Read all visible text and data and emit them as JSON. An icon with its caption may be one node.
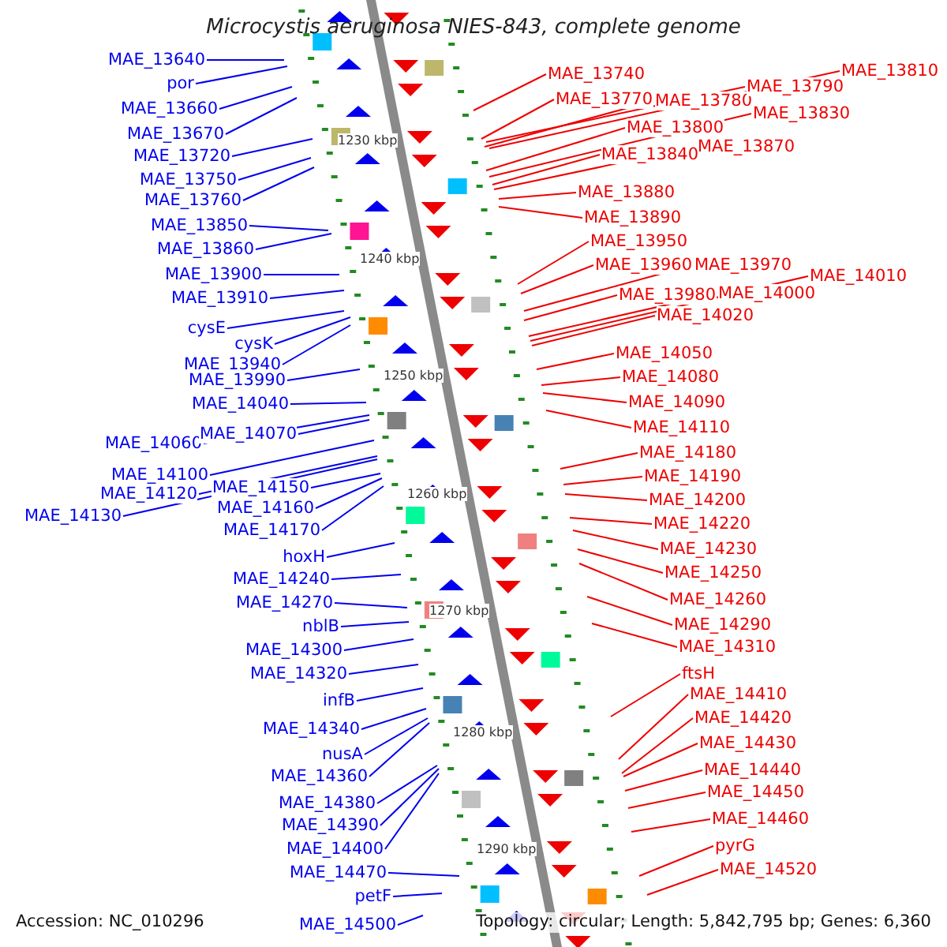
{
  "diagram": {
    "title": "Microcystis aeruginosa NIES-843, complete genome",
    "nodes": [
      {
        "text": [
          "MAE_13640"
        ]
      },
      {
        "text": [
          "por"
        ]
      },
      {
        "text": [
          "MAE_13660"
        ]
      },
      {
        "text": [
          "MAE_13670"
        ]
      },
      {
        "text": [
          "MAE_13720"
        ]
      },
      {
        "text": [
          "MAE_13750"
        ]
      },
      {
        "text": [
          "MAE_13760"
        ]
      },
      {
        "text": [
          "MAE_13850"
        ]
      },
      {
        "text": [
          "MAE_13860"
        ]
      },
      {
        "text": [
          "MAE_13900"
        ]
      },
      {
        "text": [
          "MAE_13910"
        ]
      },
      {
        "text": [
          "cysE"
        ]
      },
      {
        "text": [
          "cysK"
        ]
      },
      {
        "text": [
          "MAE_13940"
        ]
      },
      {
        "text": [
          "MAE_13990"
        ]
      },
      {
        "text": [
          "MAE_14040"
        ]
      },
      {
        "text": [
          "MAE_14060"
        ]
      },
      {
        "text": [
          "MAE_14070"
        ]
      },
      {
        "text": [
          "MAE_14100"
        ]
      },
      {
        "text": [
          "MAE_14120"
        ]
      },
      {
        "text": [
          "MAE_14150"
        ]
      },
      {
        "text": [
          "MAE_14130"
        ]
      },
      {
        "text": [
          "MAE_14160"
        ]
      },
      {
        "text": [
          "MAE_14170"
        ]
      },
      {
        "text": [
          "hoxH"
        ]
      },
      {
        "text": [
          "MAE_14240"
        ]
      },
      {
        "text": [
          "MAE_14270"
        ]
      },
      {
        "text": [
          "nblB"
        ]
      },
      {
        "text": [
          "MAE_14300"
        ]
      },
      {
        "text": [
          "MAE_14320"
        ]
      },
      {
        "text": [
          "infB"
        ]
      },
      {
        "text": [
          "MAE_14340"
        ]
      },
      {
        "text": [
          "nusA"
        ]
      },
      {
        "text": [
          "MAE_14360"
        ]
      },
      {
        "text": [
          "MAE_14380"
        ]
      },
      {
        "text": [
          "MAE_14390"
        ]
      },
      {
        "text": [
          "MAE_14400"
        ]
      },
      {
        "text": [
          "MAE_14470"
        ]
      },
      {
        "text": [
          "petF"
        ]
      },
      {
        "text": [
          "MAE_14500"
        ]
      },
      {
        "text": [
          "MAE_13740"
        ]
      },
      {
        "text": [
          "MAE_13770"
        ]
      },
      {
        "text": [
          "MAE_13780"
        ]
      },
      {
        "text": [
          "MAE_13790"
        ]
      },
      {
        "text": [
          "MAE_13810"
        ]
      },
      {
        "text": [
          "MAE_13800"
        ]
      },
      {
        "text": [
          "MAE_13830"
        ]
      },
      {
        "text": [
          "MAE_13840"
        ]
      },
      {
        "text": [
          "MAE_13870"
        ]
      },
      {
        "text": [
          "MAE_13880"
        ]
      },
      {
        "text": [
          "MAE_13890"
        ]
      },
      {
        "text": [
          "MAE_13950"
        ]
      },
      {
        "text": [
          "MAE_13960"
        ]
      },
      {
        "text": [
          "MAE_13970"
        ]
      },
      {
        "text": [
          "MAE_13980"
        ]
      },
      {
        "text": [
          "MAE_14000"
        ]
      },
      {
        "text": [
          "MAE_14010"
        ]
      },
      {
        "text": [
          "MAE_14020"
        ]
      },
      {
        "text": [
          "MAE_14050"
        ]
      },
      {
        "text": [
          "MAE_14080"
        ]
      },
      {
        "text": [
          "MAE_14090"
        ]
      },
      {
        "text": [
          "MAE_14110"
        ]
      },
      {
        "text": [
          "MAE_14180"
        ]
      },
      {
        "text": [
          "MAE_14190"
        ]
      },
      {
        "text": [
          "MAE_14200"
        ]
      },
      {
        "text": [
          "MAE_14220"
        ]
      },
      {
        "text": [
          "MAE_14230"
        ]
      },
      {
        "text": [
          "MAE_14250"
        ]
      },
      {
        "text": [
          "MAE_14260"
        ]
      },
      {
        "text": [
          "MAE_14290"
        ]
      },
      {
        "text": [
          "MAE_14310"
        ]
      },
      {
        "text": [
          "ftsH"
        ]
      },
      {
        "text": [
          "MAE_14410"
        ]
      },
      {
        "text": [
          "MAE_14420"
        ]
      },
      {
        "text": [
          "MAE_14430"
        ]
      },
      {
        "text": [
          "MAE_14440"
        ]
      },
      {
        "text": [
          "MAE_14450"
        ]
      },
      {
        "text": [
          "MAE_14460"
        ]
      },
      {
        "text": [
          "pyrG"
        ]
      },
      {
        "text": [
          "MAE_14520"
        ]
      }
    ],
    "edges": [
      {
        "from": 0,
        "to": null,
        "arrow": "none"
      },
      {
        "from": 1,
        "to": null,
        "arrow": "none"
      },
      {
        "from": 2,
        "to": null,
        "arrow": "none"
      },
      {
        "from": 3,
        "to": null,
        "arrow": "none"
      },
      {
        "from": 4,
        "to": null,
        "arrow": "none"
      },
      {
        "from": 5,
        "to": null,
        "arrow": "none"
      },
      {
        "from": 6,
        "to": null,
        "arrow": "none"
      },
      {
        "from": 7,
        "to": null,
        "arrow": "none"
      },
      {
        "from": 8,
        "to": null,
        "arrow": "none"
      },
      {
        "from": 9,
        "to": null,
        "arrow": "none"
      },
      {
        "from": 10,
        "to": null,
        "arrow": "none"
      },
      {
        "from": 11,
        "to": null,
        "arrow": "none"
      },
      {
        "from": 12,
        "to": null,
        "arrow": "none"
      },
      {
        "from": 13,
        "to": null,
        "arrow": "none"
      },
      {
        "from": 14,
        "to": null,
        "arrow": "none"
      },
      {
        "from": 15,
        "to": null,
        "arrow": "none"
      },
      {
        "from": 16,
        "to": null,
        "arrow": "none"
      },
      {
        "from": 17,
        "to": null,
        "arrow": "none"
      },
      {
        "from": 18,
        "to": null,
        "arrow": "none"
      },
      {
        "from": 19,
        "to": null,
        "arrow": "none"
      },
      {
        "from": 20,
        "to": null,
        "arrow": "none"
      },
      {
        "from": 21,
        "to": null,
        "arrow": "none"
      },
      {
        "from": 22,
        "to": null,
        "arrow": "none"
      },
      {
        "from": 23,
        "to": null,
        "arrow": "none"
      },
      {
        "from": 24,
        "to": null,
        "arrow": "none"
      },
      {
        "from": 25,
        "to": null,
        "arrow": "none"
      },
      {
        "from": 26,
        "to": null,
        "arrow": "none"
      },
      {
        "from": 27,
        "to": null,
        "arrow": "none"
      },
      {
        "from": 28,
        "to": null,
        "arrow": "none"
      },
      {
        "from": 29,
        "to": null,
        "arrow": "none"
      },
      {
        "from": 30,
        "to": null,
        "arrow": "none"
      },
      {
        "from": 31,
        "to": null,
        "arrow": "none"
      },
      {
        "from": 32,
        "to": null,
        "arrow": "none"
      },
      {
        "from": 33,
        "to": null,
        "arrow": "none"
      },
      {
        "from": 34,
        "to": null,
        "arrow": "none"
      },
      {
        "from": 35,
        "to": null,
        "arrow": "none"
      },
      {
        "from": 36,
        "to": null,
        "arrow": "none"
      },
      {
        "from": 37,
        "to": null,
        "arrow": "none"
      },
      {
        "from": 38,
        "to": null,
        "arrow": "none"
      },
      {
        "from": 39,
        "to": null,
        "arrow": "none"
      },
      {
        "from": 40,
        "to": null,
        "arrow": "none",
        "color": "#ee0000"
      },
      {
        "from": 41,
        "to": null,
        "arrow": "none",
        "color": "#ee0000"
      },
      {
        "from": 42,
        "to": null,
        "arrow": "none",
        "color": "#ee0000"
      },
      {
        "from": 43,
        "to": null,
        "arrow": "none",
        "color": "#ee0000"
      },
      {
        "from": 44,
        "to": null,
        "arrow": "none",
        "color": "#ee0000"
      },
      {
        "from": 45,
        "to": null,
        "arrow": "none",
        "color": "#ee0000"
      },
      {
        "from": 46,
        "to": null,
        "arrow": "none",
        "color": "#ee0000"
      },
      {
        "from": 47,
        "to": null,
        "arrow": "none",
        "color": "#ee0000"
      },
      {
        "from": 48,
        "to": null,
        "arrow": "none",
        "color": "#ee0000"
      },
      {
        "from": 49,
        "to": null,
        "arrow": "none",
        "color": "#ee0000"
      },
      {
        "from": 50,
        "to": null,
        "arrow": "none",
        "color": "#ee0000"
      },
      {
        "from": 51,
        "to": null,
        "arrow": "none",
        "color": "#ee0000"
      },
      {
        "from": 52,
        "to": null,
        "arrow": "none",
        "color": "#ee0000"
      },
      {
        "from": 53,
        "to": null,
        "arrow": "none",
        "color": "#ee0000"
      },
      {
        "from": 54,
        "to": null,
        "arrow": "none",
        "color": "#ee0000"
      },
      {
        "from": 55,
        "to": null,
        "arrow": "none",
        "color": "#ee0000"
      },
      {
        "from": 56,
        "to": null,
        "arrow": "none",
        "color": "#ee0000"
      },
      {
        "from": 57,
        "to": null,
        "arrow": "none",
        "color": "#ee0000"
      },
      {
        "from": 58,
        "to": null,
        "arrow": "none",
        "color": "#ee0000"
      },
      {
        "from": 59,
        "to": null,
        "arrow": "none",
        "color": "#ee0000"
      },
      {
        "from": 60,
        "to": null,
        "arrow": "none",
        "color": "#ee0000"
      },
      {
        "from": 61,
        "to": null,
        "arrow": "none",
        "color": "#ee0000"
      },
      {
        "from": 62,
        "to": null,
        "arrow": "none",
        "color": "#ee0000"
      },
      {
        "from": 63,
        "to": null,
        "arrow": "none",
        "color": "#ee0000"
      },
      {
        "from": 64,
        "to": null,
        "arrow": "none",
        "color": "#ee0000"
      },
      {
        "from": 65,
        "to": null,
        "arrow": "none",
        "color": "#ee0000"
      },
      {
        "from": 66,
        "to": null,
        "arrow": "none",
        "color": "#ee0000"
      },
      {
        "from": 67,
        "to": null,
        "arrow": "none",
        "color": "#ee0000"
      },
      {
        "from": 68,
        "to": null,
        "arrow": "none",
        "color": "#ee0000"
      },
      {
        "from": 69,
        "to": null,
        "arrow": "none",
        "color": "#ee0000"
      },
      {
        "from": 70,
        "to": null,
        "arrow": "none",
        "color": "#ee0000"
      },
      {
        "from": 71,
        "to": null,
        "arrow": "none",
        "color": "#ee0000"
      },
      {
        "from": 72,
        "to": null,
        "arrow": "none",
        "color": "#ee0000"
      },
      {
        "from": 73,
        "to": null,
        "arrow": "none",
        "color": "#ee0000"
      },
      {
        "from": 74,
        "to": null,
        "arrow": "none",
        "color": "#ee0000"
      },
      {
        "from": 75,
        "to": null,
        "arrow": "none",
        "color": "#ee0000"
      },
      {
        "from": 76,
        "to": null,
        "arrow": "none",
        "color": "#ee0000"
      },
      {
        "from": 77,
        "to": null,
        "arrow": "none",
        "color": "#ee0000"
      },
      {
        "from": 78,
        "to": null,
        "arrow": "none",
        "color": "#ee0000"
      },
      {
        "from": 79,
        "to": null,
        "arrow": "none",
        "color": "#ee0000"
      }
    ],
    "labels": [
      "1230 kbp",
      "1240 kbp",
      "1250 kbp",
      "1260 kbp",
      "1270 kbp",
      "1280 kbp",
      "1290 kbp",
      "Accession: NC_010296",
      "Topology: circular; Length: 5,842,795 bp; Genes: 6,360"
    ]
  }
}
